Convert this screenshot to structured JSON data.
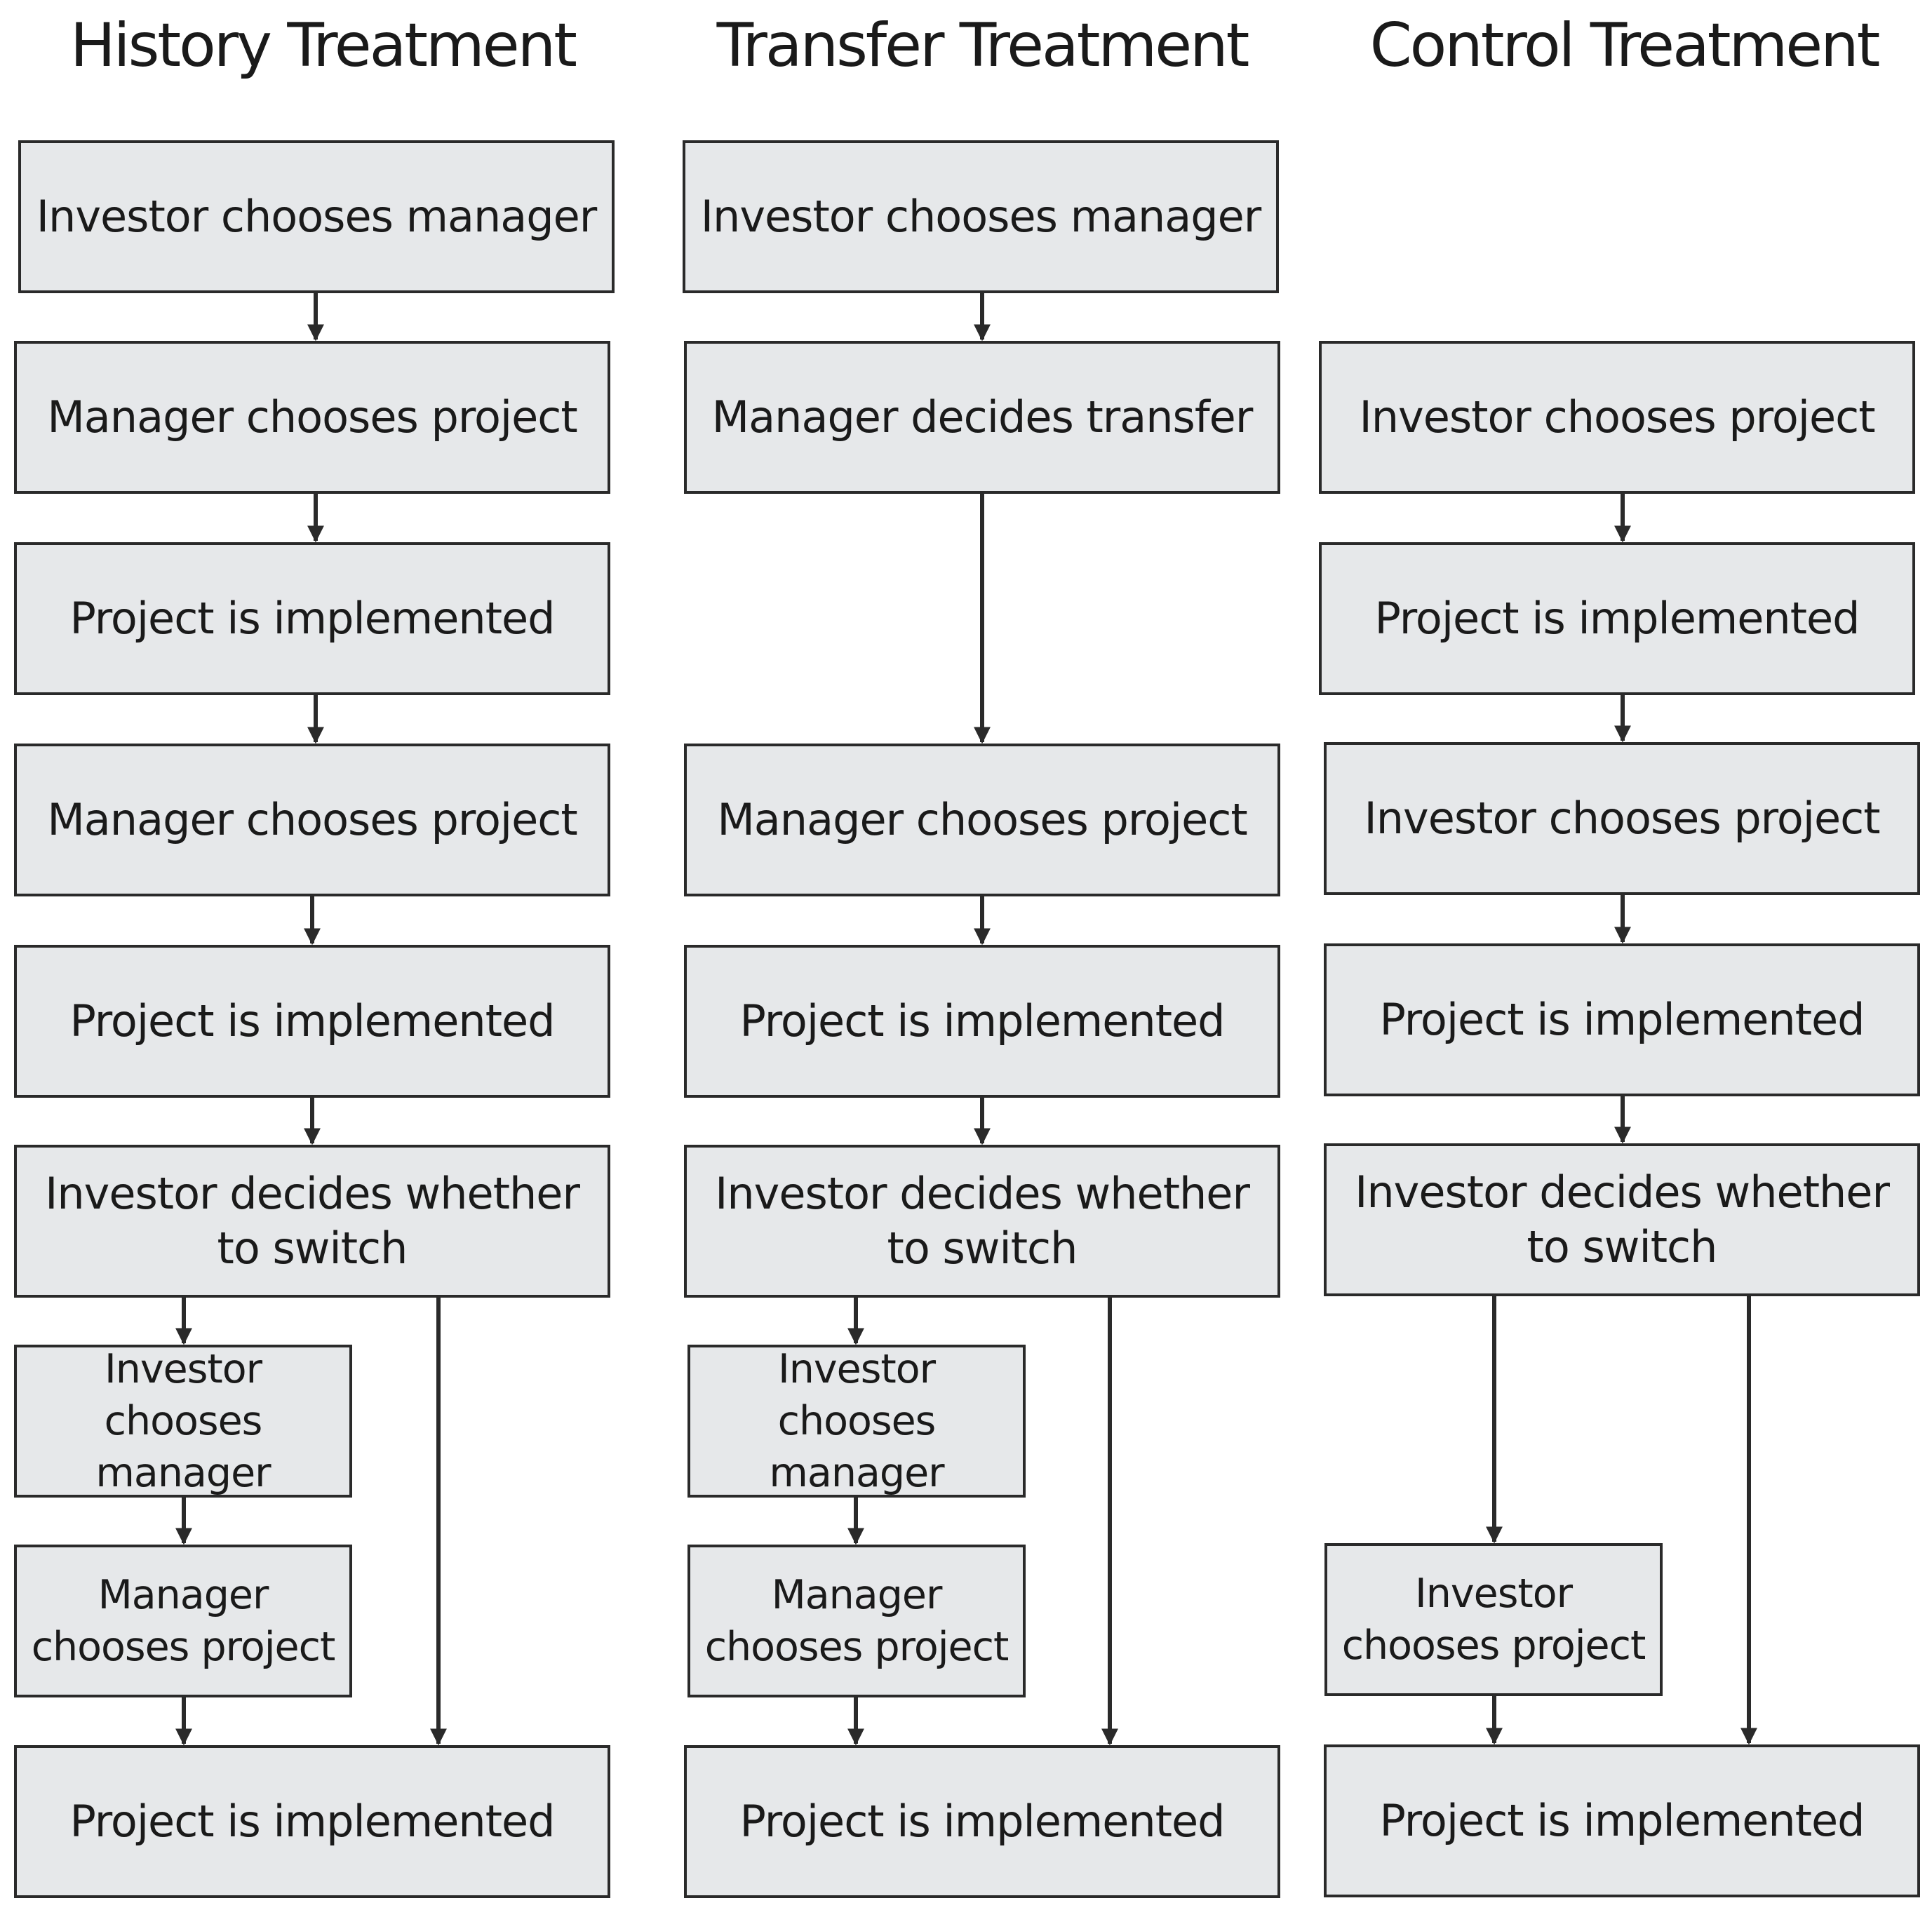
{
  "columns": {
    "history": {
      "title": "History Treatment",
      "steps": [
        "Investor chooses manager",
        "Manager chooses project",
        "Project is implemented",
        "Manager chooses project",
        "Project is implemented",
        "Investor decides whether to switch"
      ],
      "switch_branch": [
        "Investor chooses manager",
        "Manager chooses project"
      ],
      "final": "Project is implemented"
    },
    "transfer": {
      "title": "Transfer Treatment",
      "steps": [
        "Investor chooses manager",
        "Manager decides transfer",
        "Manager chooses project",
        "Project is implemented",
        "Investor decides whether to switch"
      ],
      "switch_branch": [
        "Investor chooses manager",
        "Manager chooses project"
      ],
      "final": "Project is implemented"
    },
    "control": {
      "title": "Control Treatment",
      "steps": [
        "Investor chooses project",
        "Project is implemented",
        "Investor chooses project",
        "Project is implemented",
        "Investor decides whether to switch"
      ],
      "switch_branch": [
        "Investor chooses project"
      ],
      "final": "Project is implemented"
    }
  },
  "colors": {
    "box_fill": "#e6e8ea",
    "stroke": "#2a2a2a",
    "text": "#1a1a1a"
  }
}
